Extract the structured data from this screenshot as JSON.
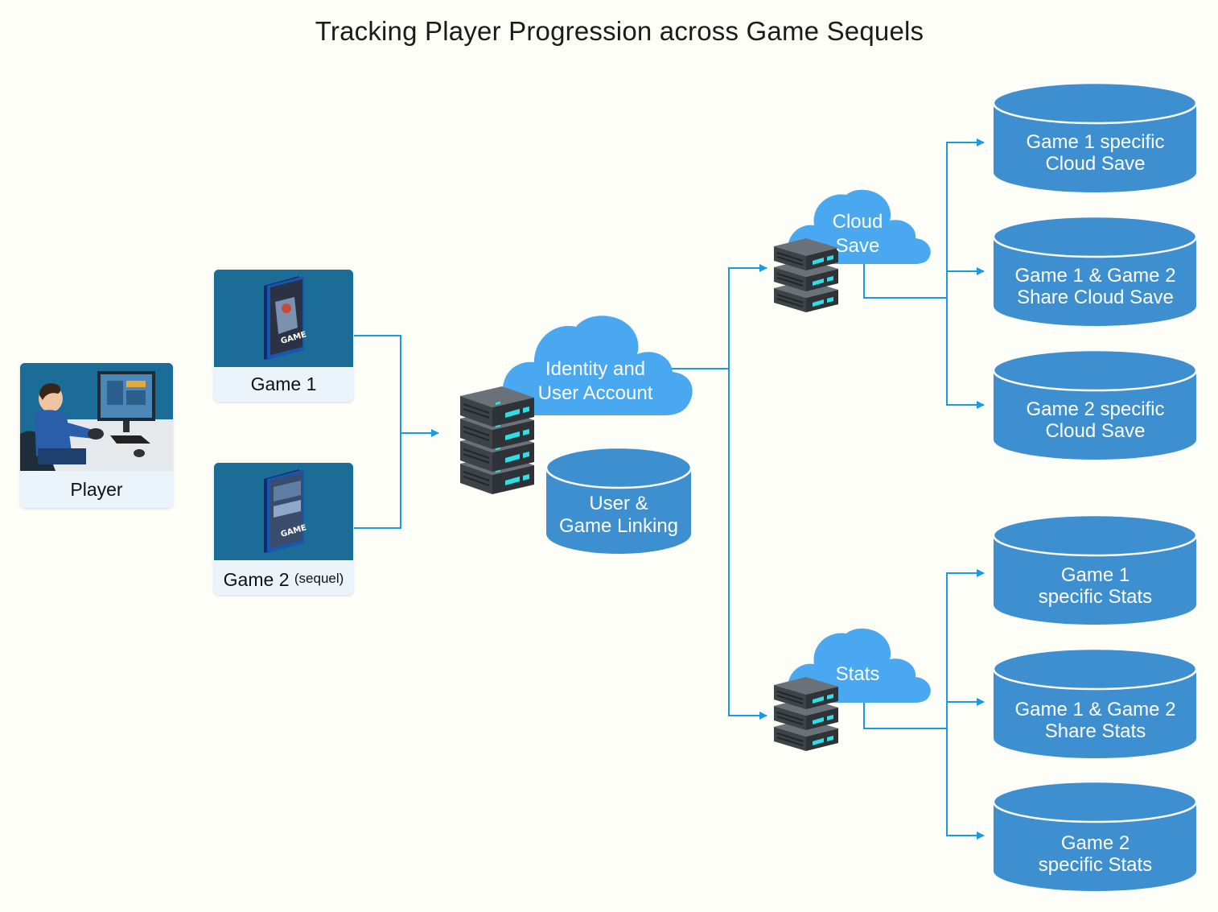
{
  "title": "Tracking Player Progression across Game Sequels",
  "player": {
    "label": "Player"
  },
  "games": [
    {
      "label": "Game 1",
      "suffix": "",
      "box_text": "GAME"
    },
    {
      "label": "Game 2",
      "suffix": "(sequel)",
      "box_text": "GAME"
    }
  ],
  "identity": {
    "cloud_line1": "Identity and",
    "cloud_line2": "User Account",
    "db_line1": "User &",
    "db_line2": "Game Linking"
  },
  "cloud_save": {
    "cloud_line1": "Cloud",
    "cloud_line2": "Save",
    "dbs": [
      {
        "line1": "Game 1 specific",
        "line2": "Cloud Save"
      },
      {
        "line1": "Game 1 & Game 2",
        "line2": "Share Cloud Save"
      },
      {
        "line1": "Game 2 specific",
        "line2": "Cloud Save"
      }
    ]
  },
  "stats": {
    "cloud_label": "Stats",
    "dbs": [
      {
        "line1": "Game 1",
        "line2": "specific Stats"
      },
      {
        "line1": "Game 1 & Game 2",
        "line2": "Share Stats"
      },
      {
        "line1": "Game 2",
        "line2": "specific Stats"
      }
    ]
  },
  "colors": {
    "background": "#fefef8",
    "connector": "#1a9ae0",
    "cloud": "#4aa8f0",
    "database": "#3d8fd0",
    "server": "#4b5055",
    "card_image": "#1b6c96",
    "card_label_bg": "#ecf4fb"
  }
}
